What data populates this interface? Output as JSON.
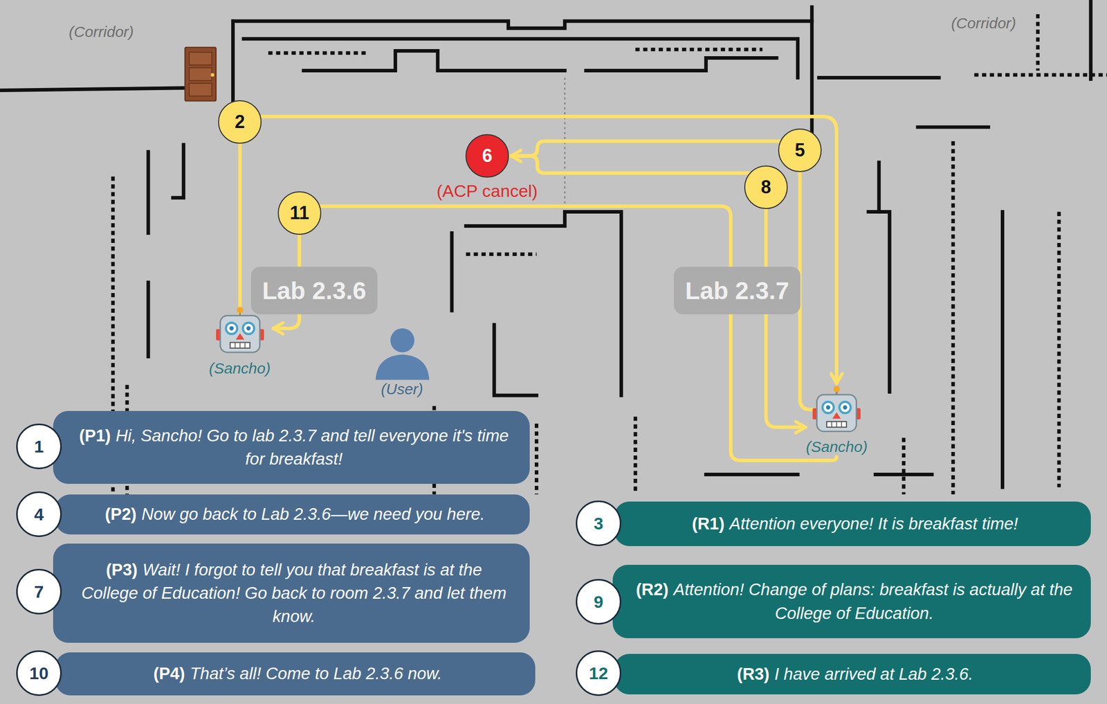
{
  "diagram": {
    "nodes": [
      {
        "text": [
          "2"
        ]
      },
      {
        "text": [
          "5"
        ]
      },
      {
        "text": [
          "6"
        ]
      },
      {
        "text": [
          "8"
        ]
      },
      {
        "text": [
          "11"
        ]
      },
      {
        "text": [
          "Lab 2.3.6"
        ]
      },
      {
        "text": [
          "Lab 2.3.7"
        ]
      },
      {
        "text": [
          "1"
        ]
      },
      {
        "text": [
          "(P1)",
          "Hi, Sancho! Go to lab 2.3.7 and tell everyone it's time for breakfast!"
        ]
      },
      {
        "text": [
          "4"
        ]
      },
      {
        "text": [
          "(P2)",
          "Now go back to Lab 2.3.6—we need you here."
        ]
      },
      {
        "text": [
          "7"
        ]
      },
      {
        "text": [
          "(P3)",
          "Wait! I forgot to tell you that breakfast is at the College of Education! Go back to room 2.3.7 and let them know."
        ]
      },
      {
        "text": [
          "10"
        ]
      },
      {
        "text": [
          "(P4)",
          "That’s all! Come to Lab 2.3.6 now."
        ]
      },
      {
        "text": [
          "3"
        ]
      },
      {
        "text": [
          "(R1)",
          "Attention everyone! It is breakfast time!"
        ]
      },
      {
        "text": [
          "9"
        ]
      },
      {
        "text": [
          "(R2)",
          "Attention! Change of plans: breakfast is actually at the College of Education."
        ]
      },
      {
        "text": [
          "12"
        ]
      },
      {
        "text": [
          "(R3)",
          "I have arrived at Lab 2.3.6."
        ]
      }
    ],
    "edges": [
      {
        "from": 1,
        "to": 2,
        "arrow": "to"
      },
      {
        "from": 2,
        "to": 3,
        "arrow": "none"
      }
    ],
    "labels": [
      "(Corridor)",
      "(Corridor)",
      "(ACP cancel)",
      "(Sancho)",
      "(User)",
      "(Sancho)"
    ]
  }
}
